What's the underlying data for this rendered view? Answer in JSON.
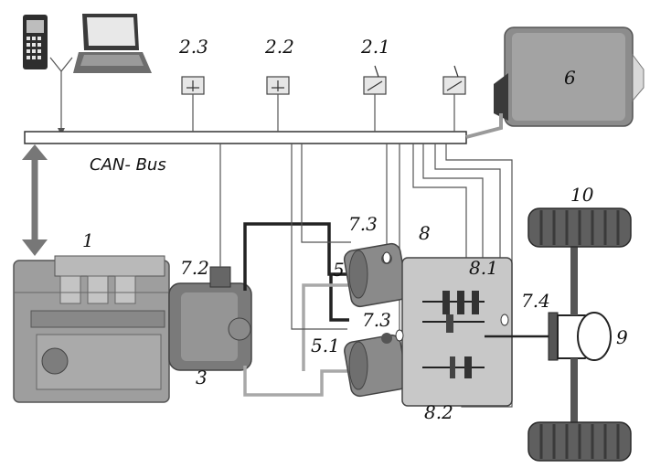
{
  "bus_label": "CAN- Bus",
  "labels": {
    "engine": "1",
    "sensor_21": "2.1",
    "sensor_22": "2.2",
    "sensor_23": "2.3",
    "pump": "3",
    "motor_upper": "5",
    "motor_lower": "5.1",
    "controller": "6",
    "pump_sensor": "7.2",
    "motor_sensor_upper": "7.3",
    "motor_sensor_lower": "7.3",
    "output_sensor": "7.4",
    "gearbox": "8",
    "gear_upper": "8.1",
    "gear_lower": "8.2",
    "axle": "9",
    "wheels": "10"
  },
  "colors": {
    "line": "#555555",
    "hydraulic_dark": "#222222",
    "hydraulic_light": "#a8a8a8",
    "component": "#8c8c8c",
    "gearbox_fill": "#c8c8c8"
  }
}
